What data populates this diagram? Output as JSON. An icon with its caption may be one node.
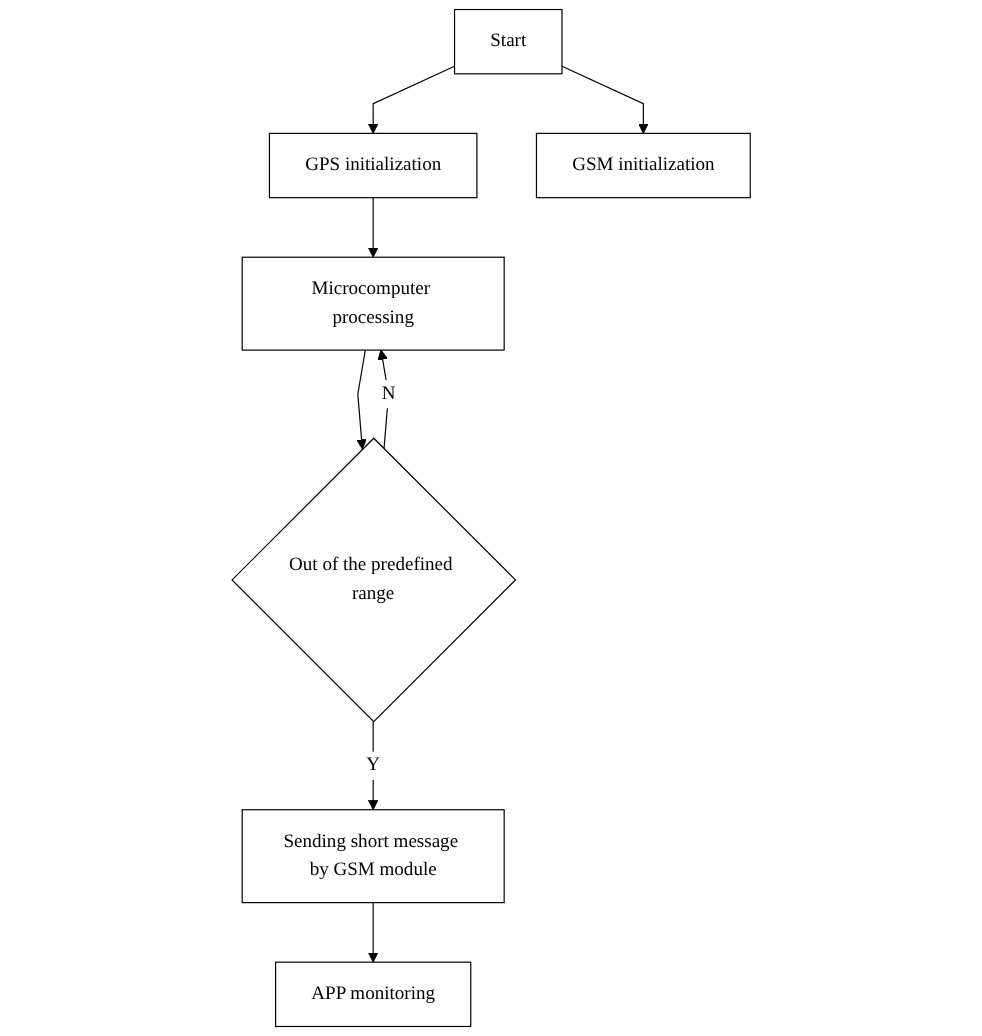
{
  "diagram": {
    "nodes": [
      {
        "text": [
          "Start"
        ]
      },
      {
        "text": [
          "GPS initialization"
        ]
      },
      {
        "text": [
          "GSM initialization"
        ]
      },
      {
        "text": [
          "Microcomputer processing"
        ]
      },
      {
        "text": [
          "Out of the predefined range"
        ]
      },
      {
        "text": [
          "Sending short message by GSM module"
        ]
      },
      {
        "text": [
          "APP monitoring"
        ]
      }
    ],
    "edges": [
      {
        "from": 0,
        "to": 1,
        "arrow": "to"
      },
      {
        "from": 0,
        "to": 2,
        "arrow": "to"
      },
      {
        "from": 1,
        "to": 3,
        "arrow": "to"
      },
      {
        "from": 3,
        "to": 4,
        "arrow": "to"
      },
      {
        "from": 4,
        "to": 3,
        "arrow": "to",
        "label": "N"
      },
      {
        "from": 4,
        "to": 5,
        "arrow": "to",
        "label": "Y"
      },
      {
        "from": 5,
        "to": 6,
        "arrow": "to"
      }
    ]
  }
}
